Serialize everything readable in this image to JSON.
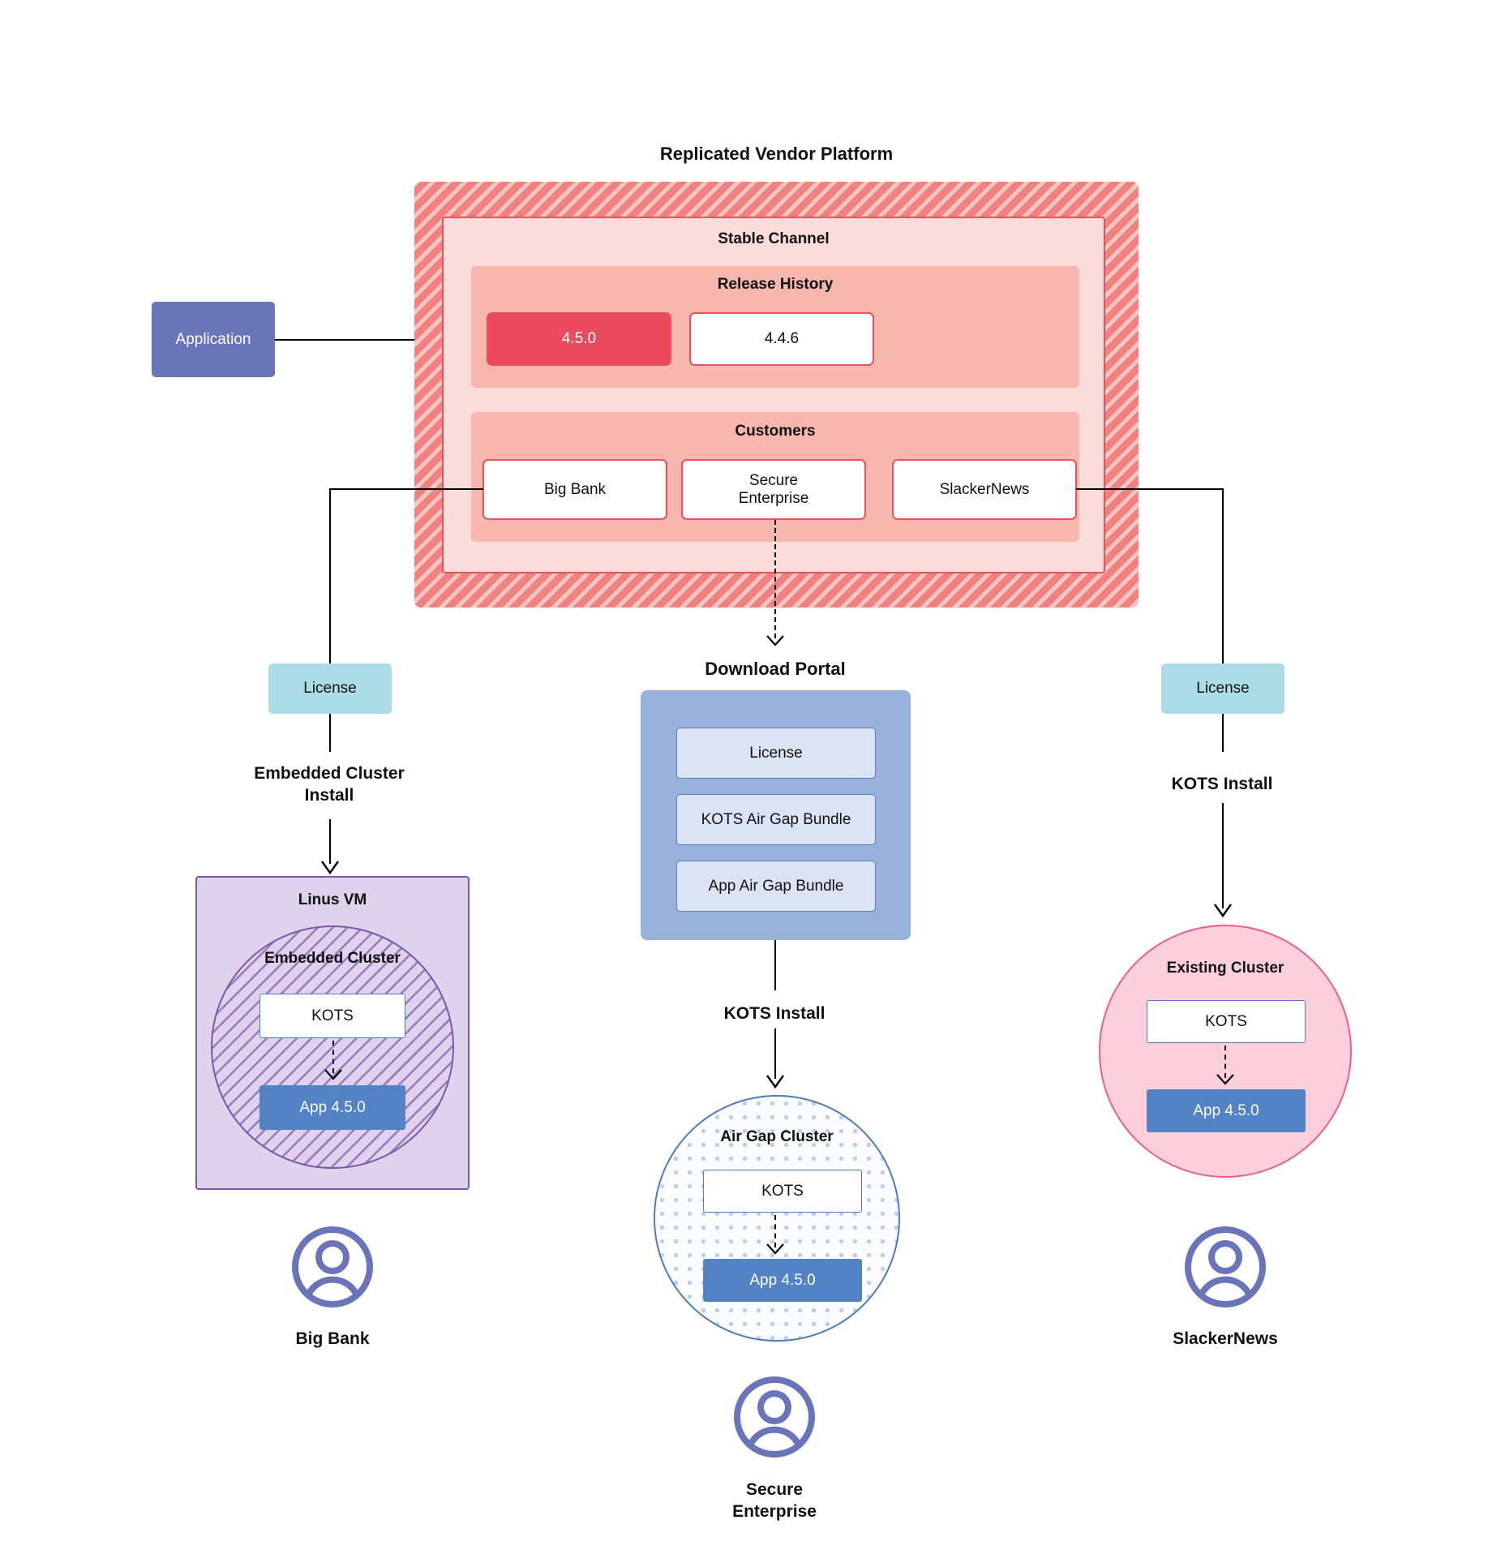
{
  "diagram": {
    "title": "Replicated Vendor Platform",
    "download_portal_title": "Download  Portal"
  },
  "application": {
    "label": "Application"
  },
  "vendor_platform": {
    "stable_channel": {
      "label": "Stable Channel"
    },
    "release_history": {
      "label": "Release History",
      "releases": [
        {
          "version": "4.5.0",
          "selected": true
        },
        {
          "version": "4.4.6",
          "selected": false
        }
      ]
    },
    "customers": {
      "label": "Customers",
      "items": [
        {
          "name": "Big Bank"
        },
        {
          "name": "Secure\nEnterprise",
          "line1": "Secure",
          "line2": "Enterprise"
        },
        {
          "name": "SlackerNews"
        }
      ]
    }
  },
  "branches": {
    "left": {
      "license_label": "License",
      "install_label_line1": "Embedded Cluster",
      "install_label_line2": "Install",
      "vm": {
        "title": "Linus VM",
        "cluster_title": "Embedded Cluster",
        "kots_label": "KOTS",
        "app_label": "App 4.5.0"
      },
      "customer_label": "Big Bank"
    },
    "middle": {
      "portal_items": [
        {
          "label": "License"
        },
        {
          "label": "KOTS Air Gap Bundle"
        },
        {
          "label": "App Air Gap Bundle"
        }
      ],
      "install_label": "KOTS Install",
      "cluster": {
        "title": "Air Gap Cluster",
        "kots_label": "KOTS",
        "app_label": "App 4.5.0"
      },
      "customer_label_line1": "Secure",
      "customer_label_line2": "Enterprise"
    },
    "right": {
      "license_label": "License",
      "install_label": "KOTS Install",
      "cluster": {
        "title": "Existing Cluster",
        "kots_label": "KOTS",
        "app_label": "App 4.5.0"
      },
      "customer_label": "SlackerNews"
    }
  },
  "icons": {
    "user_avatar": "user-avatar-icon",
    "arrow_head": "arrow-head-icon"
  },
  "colors": {
    "platform_hatch": "#F0817E",
    "platform_border": "#E8505B",
    "release_selected": "#EB4A5C",
    "application": "#6A74B8",
    "license": "#ACDDE6",
    "portal": "#97B0DC",
    "portal_item": "#DCE3F5",
    "linus_vm": "#DED2EC",
    "existing_cluster": "#FBD0DC",
    "app_version": "#5383C4",
    "avatar": "#6A74B8"
  }
}
